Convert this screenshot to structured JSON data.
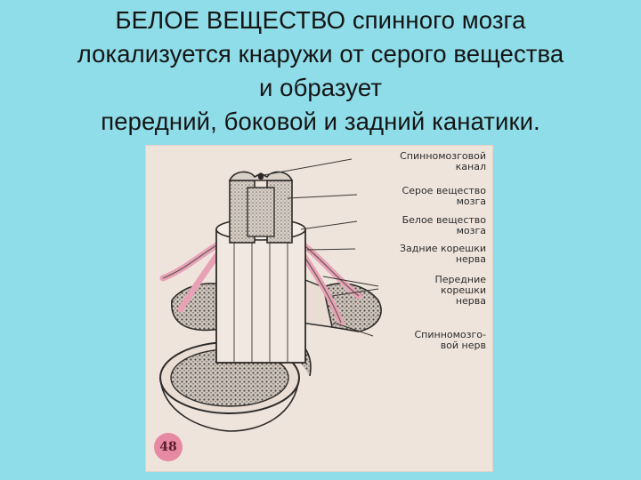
{
  "title_lines": [
    "БЕЛОЕ ВЕЩЕСТВО спинного мозга",
    "локализуется кнаружи от серого вещества",
    "и образует",
    "передний, боковой и задний канатики."
  ],
  "figure": {
    "labels": {
      "central_canal": [
        "Спинномозговой",
        "канал"
      ],
      "grey_matter": [
        "Серое вещество",
        "мозга"
      ],
      "white_matter": [
        "Белое вещество",
        "мозга"
      ],
      "posterior_roots": [
        "Задние корешки",
        "нерва"
      ],
      "anterior_roots": [
        "Передние",
        "корешки",
        "нерва"
      ],
      "spinal_nerve": [
        "Спинномозго-",
        "вой нерв"
      ]
    },
    "page_number": "48",
    "colors": {
      "background": "#8fdde9",
      "figure_bg": "#efe4dc",
      "nerve_pink": "#e7a2b6",
      "badge": "#e58aa2"
    }
  }
}
